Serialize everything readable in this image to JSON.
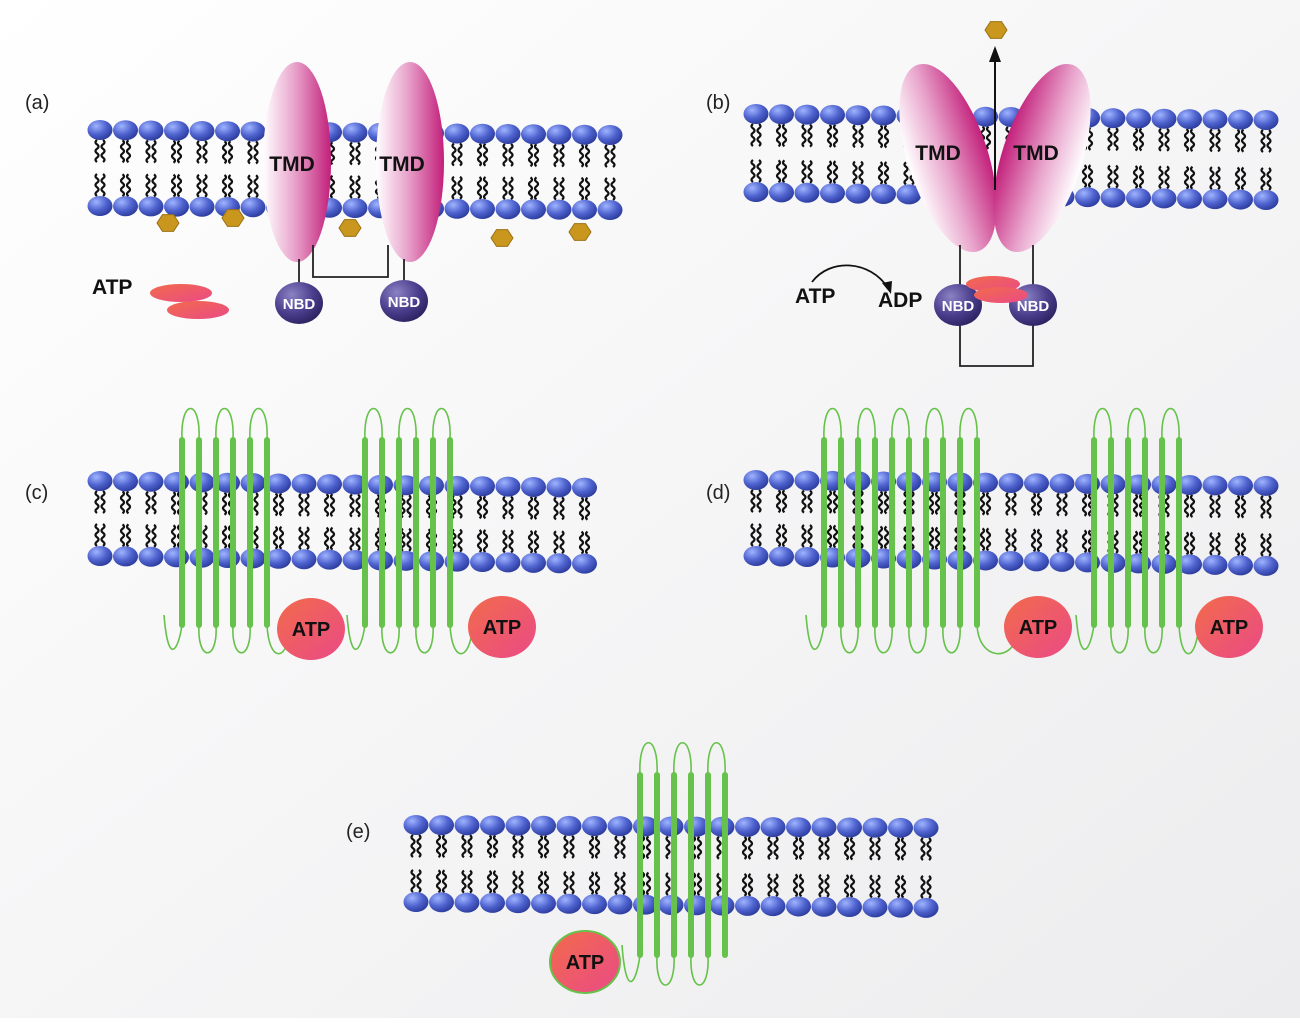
{
  "panels": {
    "a": {
      "label": "(a)",
      "tmd_left": "TMD",
      "tmd_right": "TMD",
      "nbd_left": "NBD",
      "nbd_right": "NBD",
      "atp": "ATP"
    },
    "b": {
      "label": "(b)",
      "tmd_left": "TMD",
      "tmd_right": "TMD",
      "nbd_left": "NBD",
      "nbd_right": "NBD",
      "atp": "ATP",
      "adp": "ADP"
    },
    "c": {
      "label": "(c)",
      "atp_1": "ATP",
      "atp_2": "ATP",
      "helices_per_domain": 6
    },
    "d": {
      "label": "(d)",
      "atp_1": "ATP",
      "atp_2": "ATP",
      "helices_domain_1": 10,
      "helices_domain_2": 6
    },
    "e": {
      "label": "(e)",
      "atp_1": "ATP",
      "helices_per_domain": 6
    }
  },
  "colors": {
    "lipid_head": "#4f63cf",
    "lipid_tail": "#111111",
    "tmd": "#c8287f",
    "nbd": "#4a3d8c",
    "atp_ellipse": "#ee4f6f",
    "helix": "#66c24a",
    "substrate": "#c9961e",
    "background": "#f4f4f5"
  }
}
